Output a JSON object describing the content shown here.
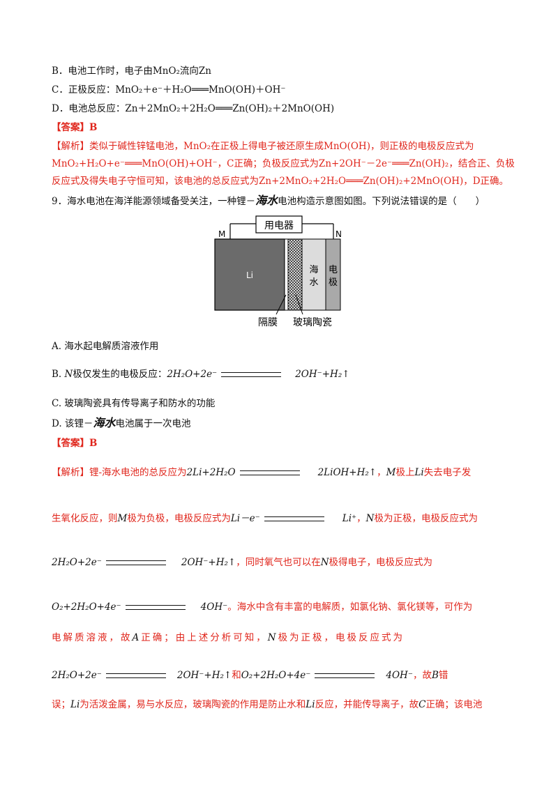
{
  "optB": "B．电池工作时，电子由MnO₂流向Zn",
  "optC": "C．正极反应：MnO₂＋e⁻＋H₂O═══MnO(OH)＋OH⁻",
  "optD": "D．电池总反应：Zn＋2MnO₂＋2H₂O═══Zn(OH)₂＋2MnO(OH)",
  "ans8": "【答案】B",
  "exp8_1": "【解析】类似于碱性锌锰电池，MnO₂在正极上得电子被还原生成MnO(OH)，则正极的电极反应式为",
  "exp8_2": "MnO₂+H₂O+e⁻═══MnO(OH)+OH⁻，C正确；负极反应式为Zn+2OH⁻－2e⁻═══Zn(OH)₂，结合正、负极",
  "exp8_3": "反应式及得失电子守恒可知，该电池的总反应式为Zn+2MnO₂+2H₂O═══Zn(OH)₂+2MnO(OH)，D正确。",
  "q9_a": "9．海水电池在海洋能源领域备受关注，一种锂－",
  "q9_hw": "海水",
  "q9_b": "电池构造示意图如图。下列说法错误的是（　　）",
  "diagram": {
    "device": "用电器",
    "m": "M",
    "n": "N",
    "li": "Li",
    "seawater": [
      "海",
      "水"
    ],
    "electrode": [
      "电",
      "极"
    ],
    "membrane": "隔膜",
    "ceramic": "玻璃陶瓷"
  },
  "q9A": "A. 海水起电解质溶液作用",
  "q9B_pre": "B.",
  "q9B_n": "N",
  "q9B_text": "极仅发生的电极反应：",
  "q9B_l": "2H₂O+2e⁻",
  "q9B_r": "2OH⁻+H₂↑",
  "q9C": "C. 玻璃陶瓷具有传导离子和防水的功能",
  "q9D_a": "D. 该锂－",
  "q9D_hw": "海水",
  "q9D_b": "电池属于一次电池",
  "ans9": "【答案】B",
  "e1_a": "【解析】锂-海水电池的总反应为",
  "e1_l": "2Li+2H₂O",
  "e1_r": "2LiOH+H₂↑",
  "e1_b": "，",
  "e1_m": "M",
  "e1_c": "极上",
  "e1_li": "Li",
  "e1_d": "失去电子发",
  "e2_a": "生氧化反应，则",
  "e2_m": "M",
  "e2_b": "极为负极，电极反应式为",
  "e2_l": "Li－e⁻",
  "e2_r": "Li⁺",
  "e2_c": "，",
  "e2_n": "N",
  "e2_d": "极为正极，电极反应式为",
  "e3_l": "2H₂O+2e⁻",
  "e3_r": "2OH⁻+H₂↑",
  "e3_a": "，同时氧气也可以在",
  "e3_n": "N",
  "e3_b": "极得电子，电极反应式为",
  "e4_l": "O₂+2H₂O+4e⁻",
  "e4_r": "4OH⁻",
  "e4_a": "。海水中含有丰富的电解质，如氯化钠、氯化镁等，可作为",
  "e5_a": "电解质溶液，故",
  "e5_A": "A",
  "e5_b": "正确；由上述分析可知，",
  "e5_n": "N",
  "e5_c": "极为正极，电极反应式为",
  "e6_l": "2H₂O+2e⁻",
  "e6_r": "2OH⁻+H₂↑",
  "e6_a": "和",
  "e6_l2": "O₂+2H₂O+4e⁻",
  "e6_r2": "4OH⁻",
  "e6_b": "，故",
  "e6_B": "B",
  "e6_c": "错",
  "e7_a": "误；",
  "e7_li": "Li",
  "e7_b": "为活泼金属，易与水反应，玻璃陶瓷的作用是防止水和",
  "e7_li2": "Li",
  "e7_c": "反应，并能传导离子，故",
  "e7_C": "C",
  "e7_d": "正确；该电池"
}
